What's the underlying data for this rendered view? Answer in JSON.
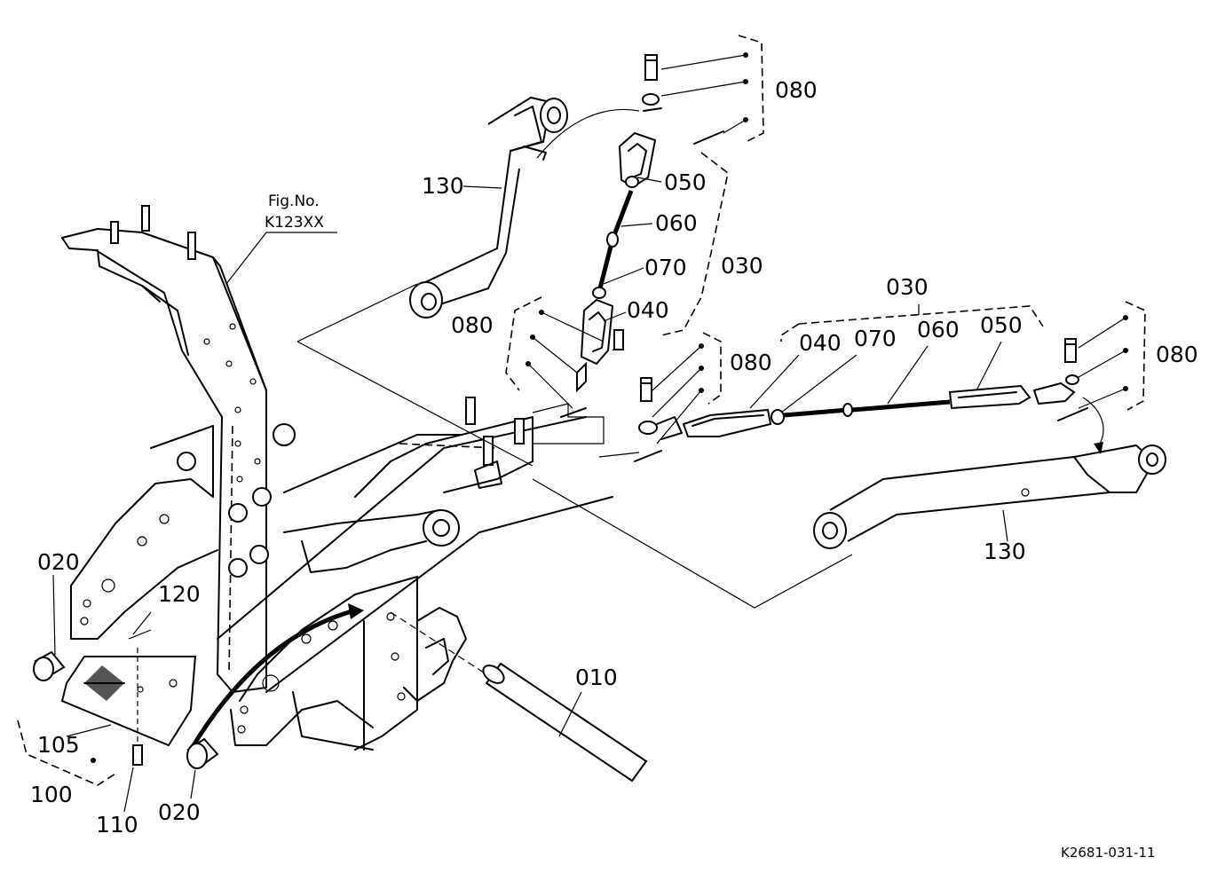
{
  "figure_ref": {
    "line1": "Fig.No.",
    "line2": "K123XX"
  },
  "drawing_code": "K2681-031-11",
  "callouts": {
    "c010": "010",
    "c020_left": "020",
    "c020_bottom": "020",
    "c030_left": "030",
    "c030_right": "030",
    "c040_left": "040",
    "c040_right": "040",
    "c050_left": "050",
    "c050_right": "050",
    "c060_left": "060",
    "c060_right": "060",
    "c070_left": "070",
    "c070_right": "070",
    "c080_top": "080",
    "c080_left": "080",
    "c080_mid": "080",
    "c080_right": "080",
    "c100": "100",
    "c105": "105",
    "c110": "110",
    "c120": "120",
    "c130_top": "130",
    "c130_right": "130"
  }
}
